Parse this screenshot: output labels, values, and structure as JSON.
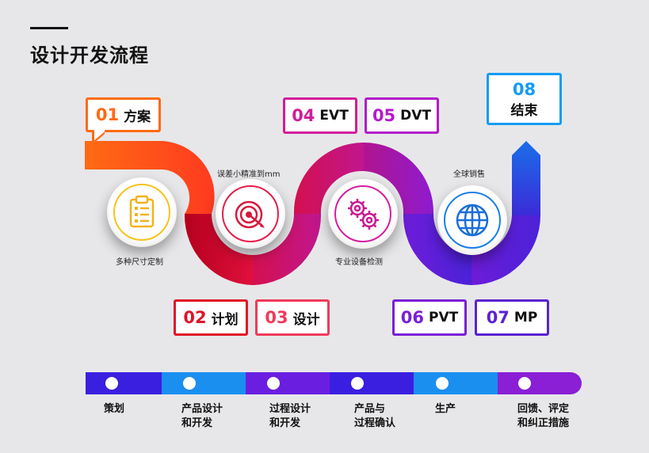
{
  "title": "设计开发流程",
  "stages": [
    {
      "num": "01",
      "text": "方案",
      "color": "#ff6a13"
    },
    {
      "num": "02",
      "text": "计划",
      "color": "#e01528"
    },
    {
      "num": "03",
      "text": "设计",
      "color": "#ee3b5a"
    },
    {
      "num": "04",
      "text": "EVT",
      "color": "#d11d9a"
    },
    {
      "num": "05",
      "text": "DVT",
      "color": "#b21cc9"
    },
    {
      "num": "06",
      "text": "PVT",
      "color": "#7a1fd6"
    },
    {
      "num": "07",
      "text": "MP",
      "color": "#5b22d1"
    },
    {
      "num": "08",
      "text": "结束",
      "color": "#139cf2"
    }
  ],
  "circles": [
    {
      "icon": "clipboard-icon",
      "label": "多种尺寸定制",
      "color": "#f7c21c"
    },
    {
      "icon": "target-icon",
      "label": "误差小精准到mm",
      "color": "#e61c4a"
    },
    {
      "icon": "gears-icon",
      "label": "专业设备检测",
      "color": "#d61d9f"
    },
    {
      "icon": "globe-icon",
      "label": "全球销售",
      "color": "#1a7fe8"
    }
  ],
  "timeline": [
    {
      "line1": "策划",
      "line2": ""
    },
    {
      "line1": "产品设计",
      "line2": "和开发"
    },
    {
      "line1": "过程设计",
      "line2": "和开发"
    },
    {
      "line1": "产品与",
      "line2": "过程确认"
    },
    {
      "line1": "生产",
      "line2": ""
    },
    {
      "line1": "回馈、评定",
      "line2": "和纠正措施"
    }
  ],
  "timeline_colors": [
    "#3b1fe0",
    "#1a8ff0",
    "#6a1fe0",
    "#3b1fe0",
    "#1a8ff0",
    "#8a1fd6"
  ]
}
